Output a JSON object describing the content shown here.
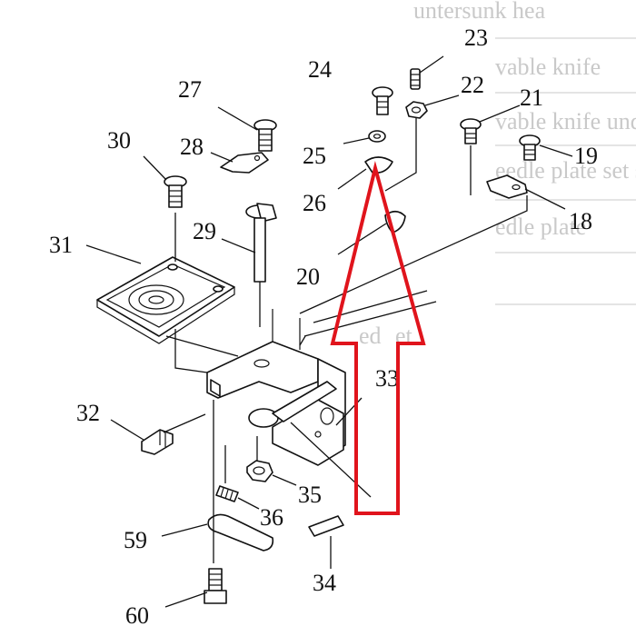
{
  "background_text": [
    "untersunk hea",
    "vable knife",
    "vable knife unde",
    "eedle plate set scre",
    "edle plate",
    "ed",
    "et"
  ],
  "callouts": [
    {
      "id": "part-19",
      "text": "19"
    },
    {
      "id": "part-18",
      "text": "18"
    },
    {
      "id": "part-20",
      "text": "20"
    },
    {
      "id": "part-21",
      "text": "21"
    },
    {
      "id": "part-22",
      "text": "22"
    },
    {
      "id": "part-23",
      "text": "23"
    },
    {
      "id": "part-24",
      "text": "24"
    },
    {
      "id": "part-25",
      "text": "25"
    },
    {
      "id": "part-26",
      "text": "26"
    },
    {
      "id": "part-27",
      "text": "27"
    },
    {
      "id": "part-28",
      "text": "28"
    },
    {
      "id": "part-29",
      "text": "29"
    },
    {
      "id": "part-30",
      "text": "30"
    },
    {
      "id": "part-31",
      "text": "31"
    },
    {
      "id": "part-32",
      "text": "32"
    },
    {
      "id": "part-33",
      "text": "33"
    },
    {
      "id": "part-34",
      "text": "34"
    },
    {
      "id": "part-35",
      "text": "35"
    },
    {
      "id": "part-36",
      "text": "36"
    },
    {
      "id": "part-59",
      "text": "59"
    },
    {
      "id": "part-60",
      "text": "60"
    }
  ],
  "colors": {
    "arrow": "#e0141c",
    "line_art": "#111111",
    "background_text": "#c9c9c9"
  },
  "annotation": {
    "type": "arrow",
    "direction": "up",
    "points_to": "part-26"
  }
}
